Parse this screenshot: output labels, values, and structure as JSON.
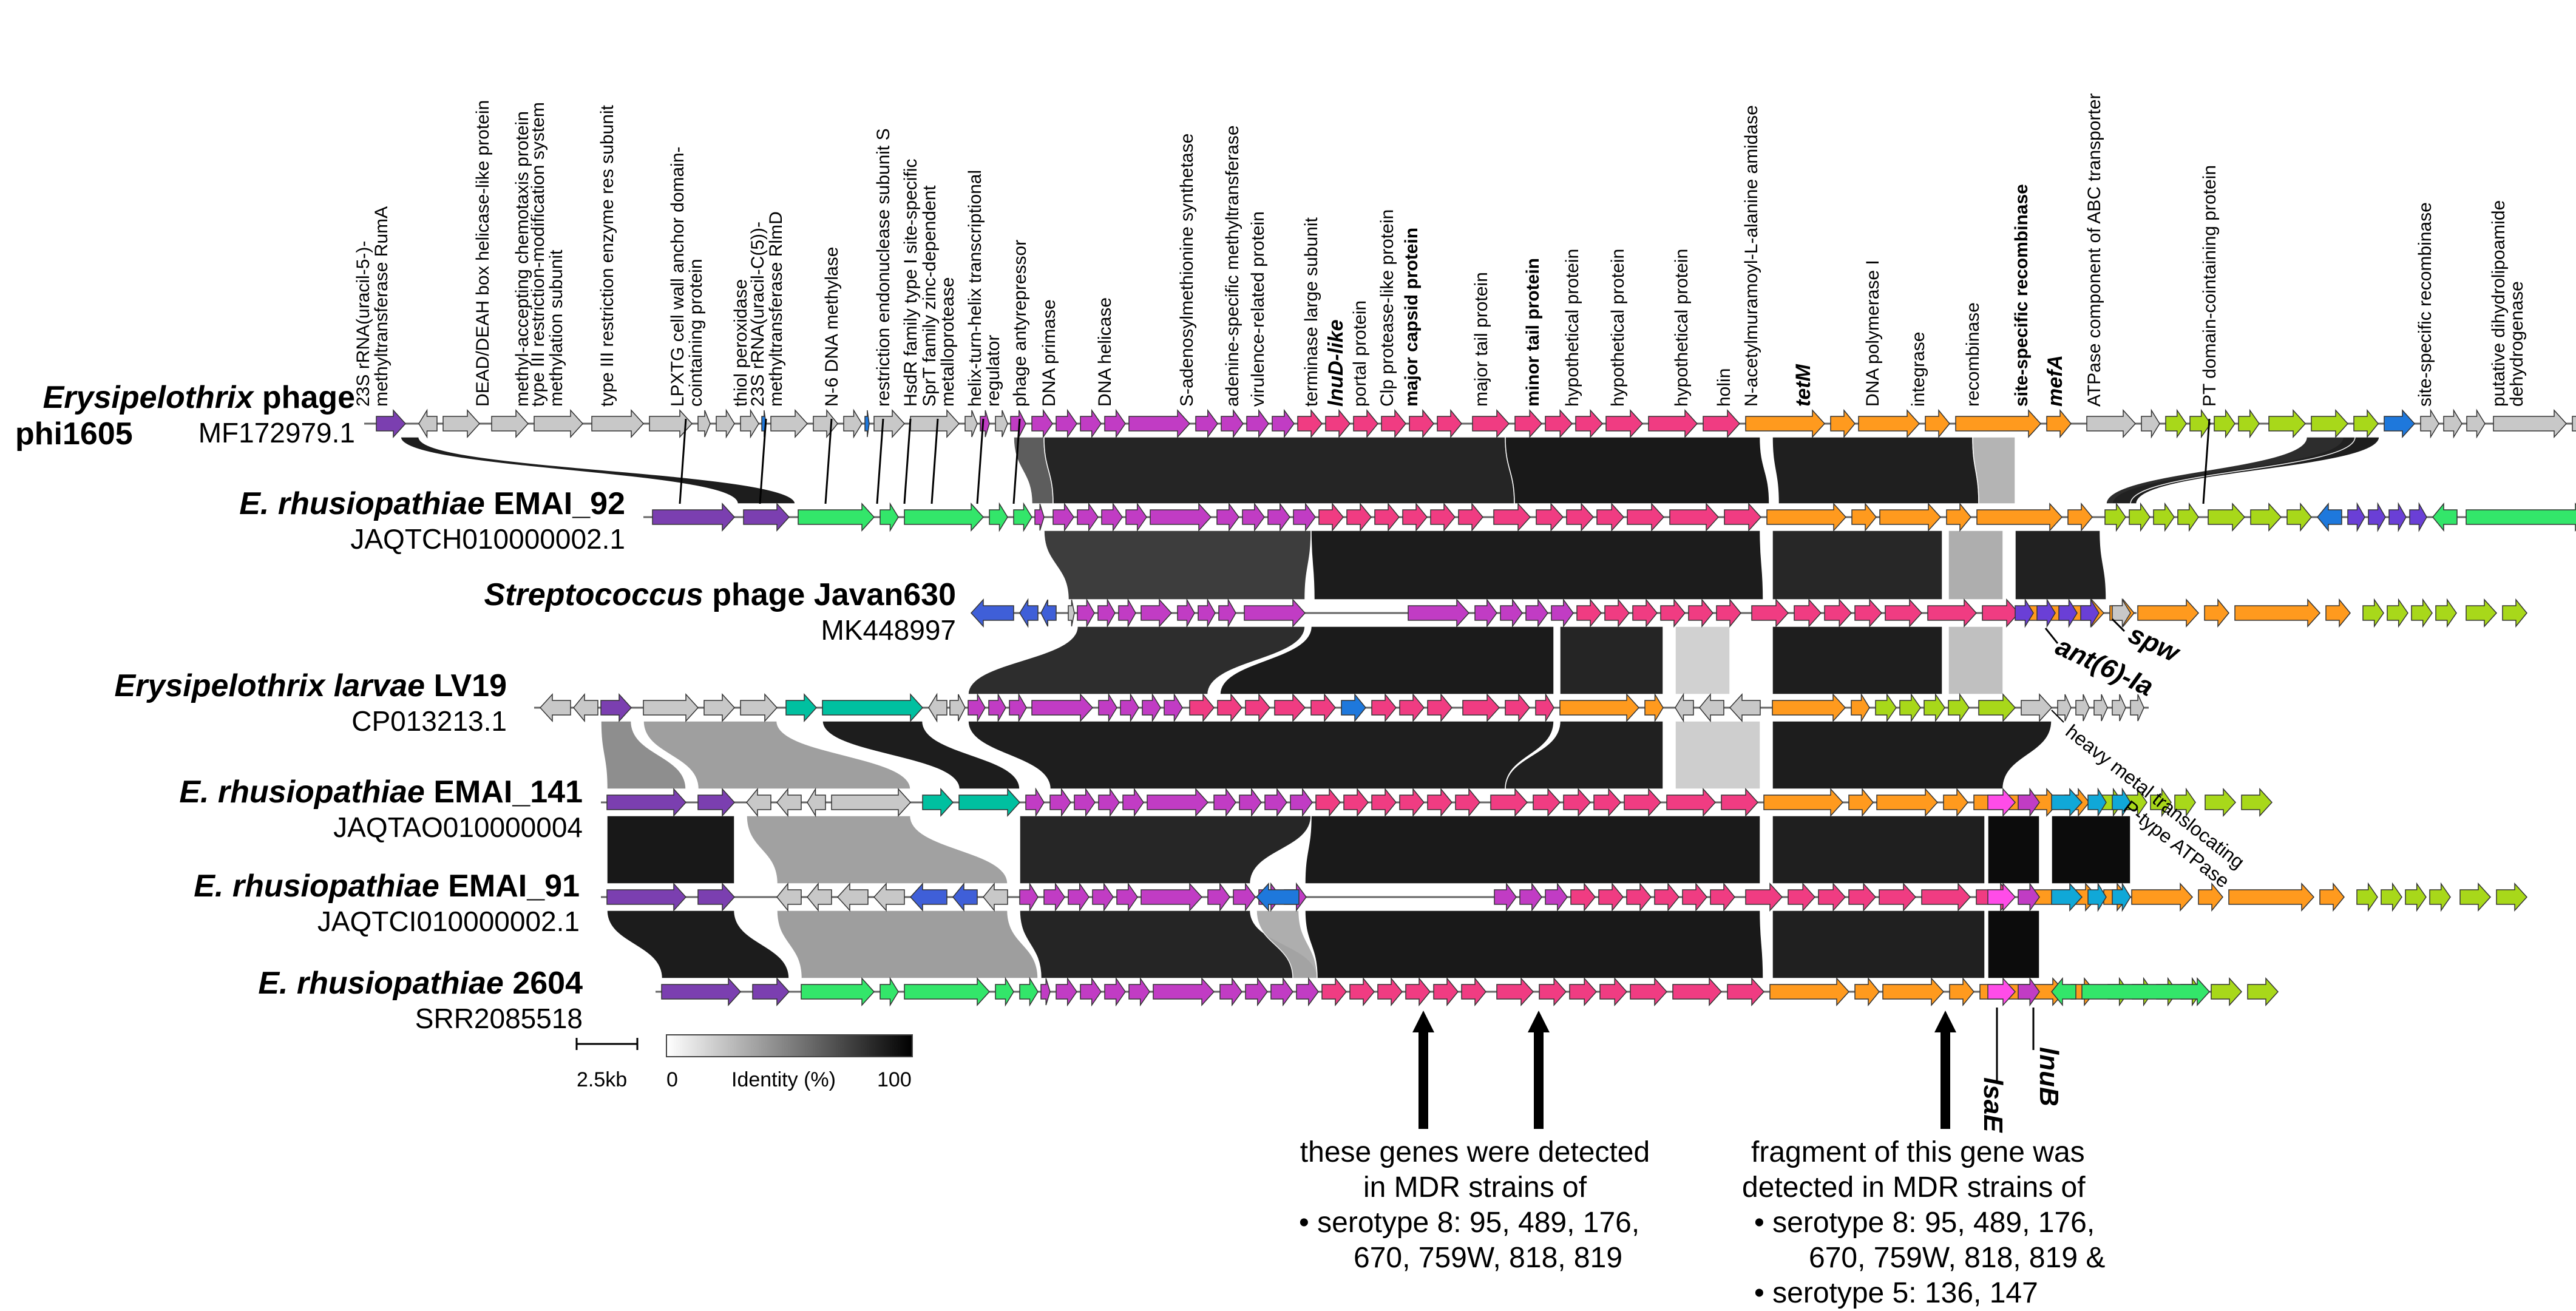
{
  "tracks": [
    {
      "genus": "Erysipelothrix",
      "rest": "phage",
      "line2": "phi1605",
      "acc": "MF172979.1"
    },
    {
      "genus": "E. rhusiopathiae",
      "rest": "EMAI_92",
      "acc": "JAQTCH010000002.1"
    },
    {
      "genus": "Streptococcus",
      "rest": "phage Javan630",
      "acc": "MK448997"
    },
    {
      "genus": "Erysipelothrix larvae",
      "rest": "LV19",
      "acc": "CP013213.1"
    },
    {
      "genus": "E. rhusiopathiae",
      "rest": "EMAI_141",
      "acc": "JAQTAO010000004"
    },
    {
      "genus": "E. rhusiopathiae",
      "rest": "EMAI_91",
      "acc": "JAQTCI010000002.1"
    },
    {
      "genus": "E. rhusiopathiae",
      "rest": "2604",
      "acc": "SRR2085518"
    }
  ],
  "gene_labels": [
    "23S rRNA(uracil-5-)-\nmethyltransferase RumA",
    "DEAD/DEAH box helicase-like protein",
    "methyl-accepting chemotaxis protein",
    "type III restriction-modification system\nmethylation subunit",
    "type III restriction enzyme res subunit",
    "LPXTG cell wall anchor domain-\ncointaining protein",
    "thiol peroxidase",
    "23S rRNA(uracil-C(5))-\nmethyltransferase RlmD",
    "N-6 DNA methylase",
    "restriction endonuclease subunit S",
    "HsdR family type I site-specific",
    "SprT family zinc-dependent\nmetalloprotease",
    "helix-turn-helix transcriptional\nregulator",
    "phage antyrepressor",
    "DNA primase",
    "DNA helicase",
    "S-adenosylmethionine synthetase",
    "adenine-specific methyltransferase",
    "virulence-related protein",
    "terminase large subunit",
    "lnuD-like",
    "portal protein",
    "Clp protease-like protein",
    "major capsid protein",
    "major tail protein",
    "minor tail protein",
    "hypothetical protein",
    "hypothetical protein",
    "hypothetical protein",
    "holin",
    "N-acetylmuramoyl-L-alanine amidase",
    "tetM",
    "DNA polymerase I",
    "integrase",
    "recombinase",
    "site-specific recombinase",
    "mefA",
    "ATPase component of ABC transporter",
    "PT domain-cointaining protein",
    "site-specific recombinase",
    "putative dihydrolipoamide\ndehydrogenase"
  ],
  "resistance_labels": [
    "spw",
    "ant(6)-Ia",
    "lsaE",
    "lnuB"
  ],
  "atpase_label": "heavy metal translocating\nP-type ATPase",
  "scale": {
    "bar_label": "2.5kb",
    "identity_min": "0",
    "identity_title": "Identity (%)",
    "identity_max": "100"
  },
  "annotation_left": [
    "these genes were detected",
    "in MDR strains of",
    "• serotype 8: 95, 489, 176,",
    "670, 759W, 818, 819"
  ],
  "annotation_right": [
    "fragment of this gene was",
    "detected in MDR strains of",
    "• serotype 8: 95, 489, 176,",
    "670, 759W,  818, 819 &",
    "• serotype 5: 136, 147"
  ],
  "colors": {
    "grey": "#c8c8c8",
    "purple": "#7b3fb0",
    "magenta": "#c13cc4",
    "pink": "#f03c82",
    "orange": "#ff9a1e",
    "lime": "#a8d81a",
    "green": "#33e66a",
    "blue": "#1e78dc",
    "royal": "#3f5fd8",
    "indigo": "#6a3fd6",
    "teal": "#00c0a0",
    "hotpink": "#ff4ce8",
    "cyan": "#10a8d8"
  }
}
